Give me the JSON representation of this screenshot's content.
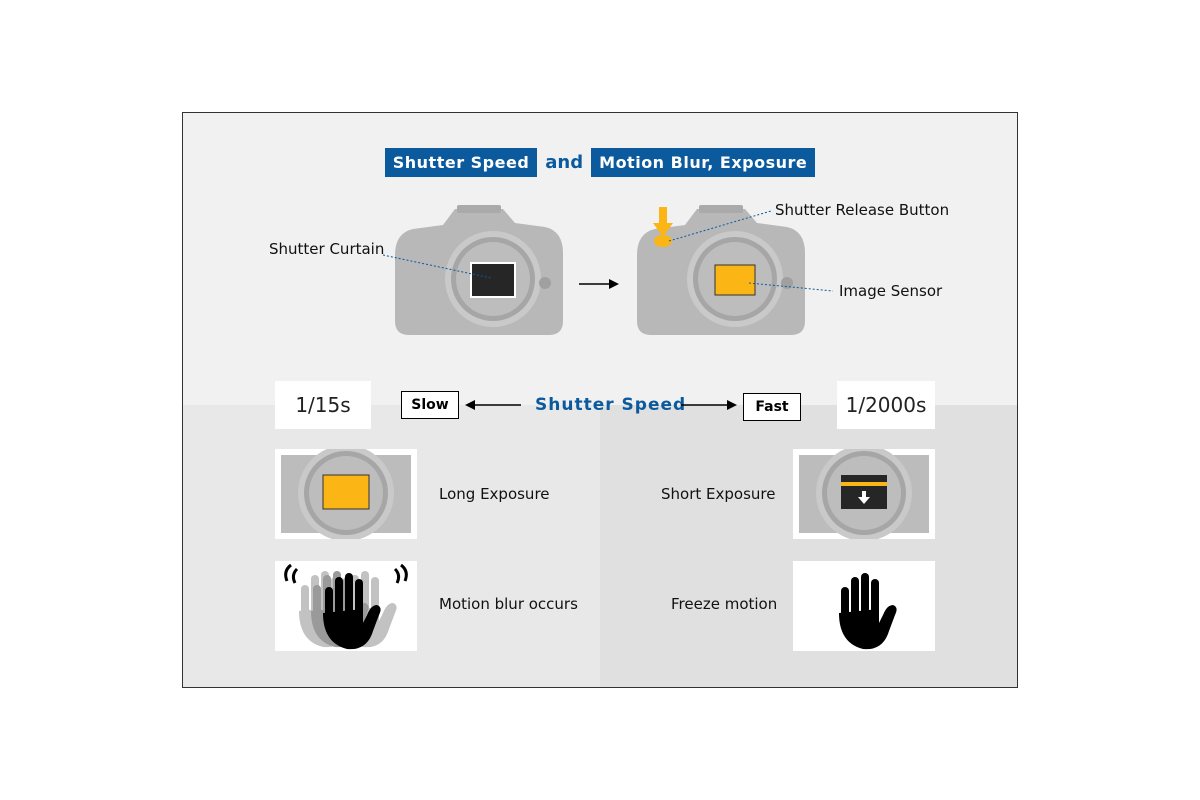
{
  "title": {
    "part1": "Shutter Speed",
    "connector": "and",
    "part2": "Motion Blur, Exposure"
  },
  "camera_labels": {
    "shutter_curtain": "Shutter Curtain",
    "shutter_release": "Shutter Release Button",
    "image_sensor": "Image Sensor"
  },
  "speed_scale": {
    "slow_value": "1/15s",
    "slow_label": "Slow",
    "center_label": "Shutter Speed",
    "fast_label": "Fast",
    "fast_value": "1/2000s"
  },
  "rows": {
    "long_exposure": "Long Exposure",
    "short_exposure": "Short Exposure",
    "motion_blur": "Motion blur occurs",
    "freeze_motion": "Freeze motion"
  },
  "colors": {
    "accent_blue": "#0b5a9e",
    "sensor_yellow": "#fbb615",
    "camera_gray": "#b8b8b8"
  }
}
